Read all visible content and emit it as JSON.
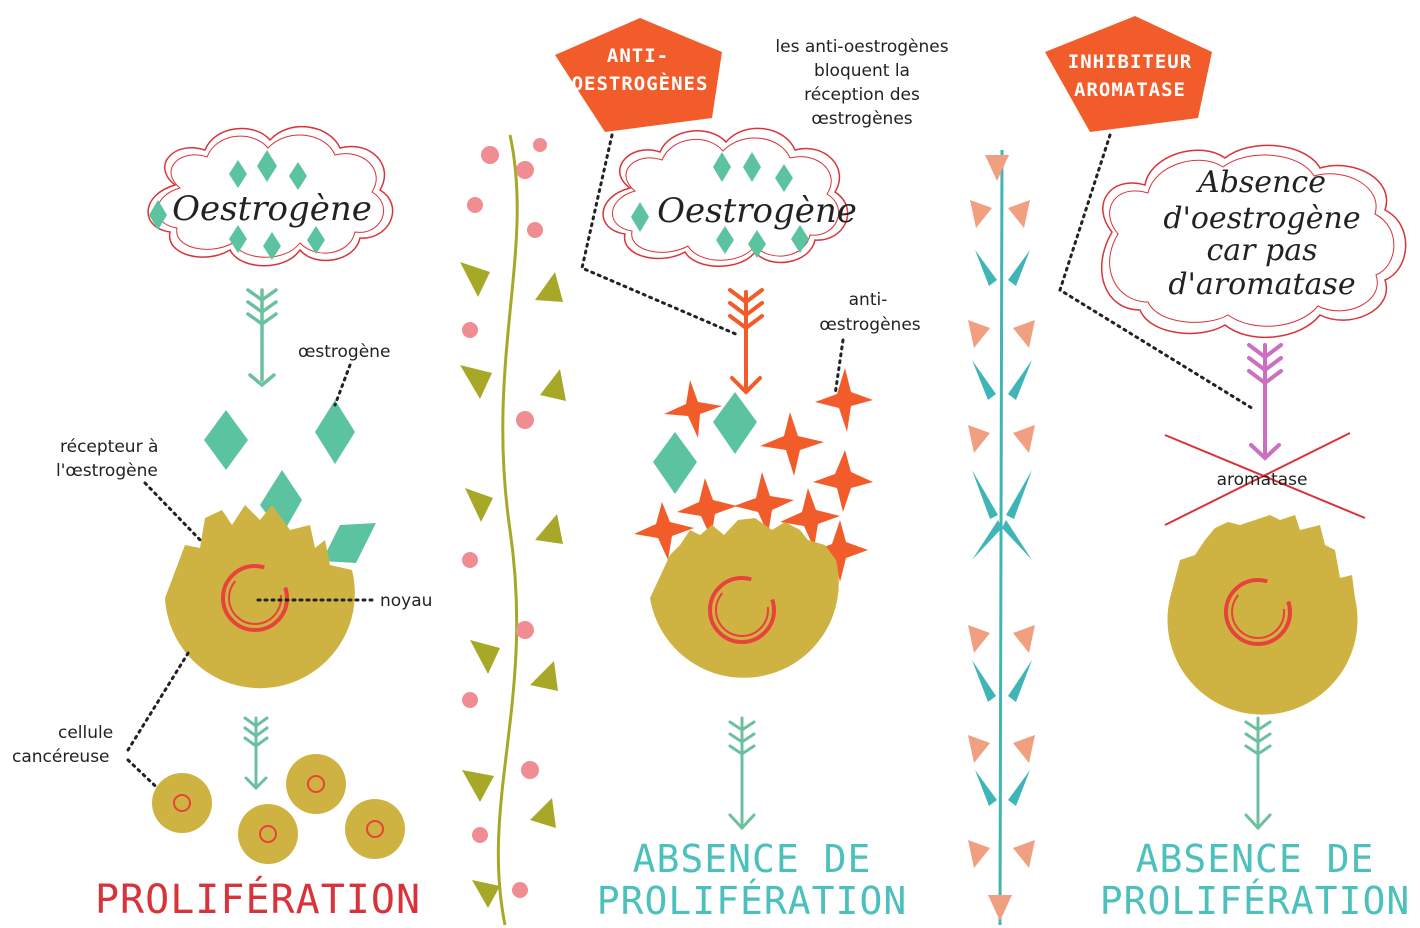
{
  "colors": {
    "estrogen": "#5cc3a0",
    "cell": "#cfb342",
    "nucleus": "#e8423c",
    "anti": "#f25c2a",
    "cross": "#d8333a",
    "teal_text": "#4cc0bd",
    "arrow_green": "#6cc0a0",
    "arrow_orange": "#f25c2a",
    "arrow_pink": "#cc6fc0"
  },
  "panel1": {
    "cloud_text": "Oestrogène",
    "label_estrogen": "œstrogène",
    "label_receptor_1": "récepteur à",
    "label_receptor_2": "l'œstrogène",
    "label_nucleus": "noyau",
    "label_cell_1": "cellule",
    "label_cell_2": "cancéreuse",
    "result": "PROLIFÉRATION"
  },
  "panel2": {
    "badge_1": "ANTI-",
    "badge_2": "OESTROGÈNES",
    "note_1": "les anti-oestrogènes",
    "note_2": "bloquent la",
    "note_3": "réception des",
    "note_4": "œstrogènes",
    "cloud_text": "Oestrogène",
    "label_anti_1": "anti-",
    "label_anti_2": "œstrogènes",
    "result_1": "ABSENCE DE",
    "result_2": "PROLIFÉRATION"
  },
  "panel3": {
    "badge_1": "INHIBITEUR",
    "badge_2": "AROMATASE",
    "cloud_1": "Absence",
    "cloud_2": "d'oestrogène",
    "cloud_3": "car pas",
    "cloud_4": "d'aromatase",
    "label_aromatase": "aromatase",
    "result_1": "ABSENCE DE",
    "result_2": "PROLIFÉRATION"
  }
}
